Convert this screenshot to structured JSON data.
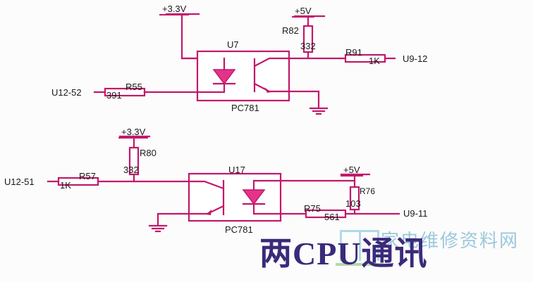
{
  "diagram": {
    "title": "两CPU通讯",
    "watermark": "家电维修资料网",
    "colors": {
      "wire": "#c2186b",
      "led": "#e5338a",
      "title": "#3b2a7a",
      "watermark": "#8bbfd6"
    },
    "top_circuit": {
      "supply_left": "+3.3V",
      "supply_right": "+5V",
      "ic_ref": "U7",
      "ic_part": "PC781",
      "input_net": "U12-52",
      "output_net": "U9-12",
      "resistors": [
        {
          "ref": "R55",
          "value": "391"
        },
        {
          "ref": "R82",
          "value": "332"
        },
        {
          "ref": "R91",
          "value": "1K"
        }
      ]
    },
    "bottom_circuit": {
      "supply_left": "+3.3V",
      "supply_right": "+5V",
      "ic_ref": "U17",
      "ic_part": "PC781",
      "input_net": "U12-51",
      "output_net": "U9-11",
      "resistors": [
        {
          "ref": "R57",
          "value": "1K"
        },
        {
          "ref": "R80",
          "value": "332"
        },
        {
          "ref": "R76",
          "value": "103"
        },
        {
          "ref": "R75",
          "value": "561"
        }
      ]
    }
  }
}
